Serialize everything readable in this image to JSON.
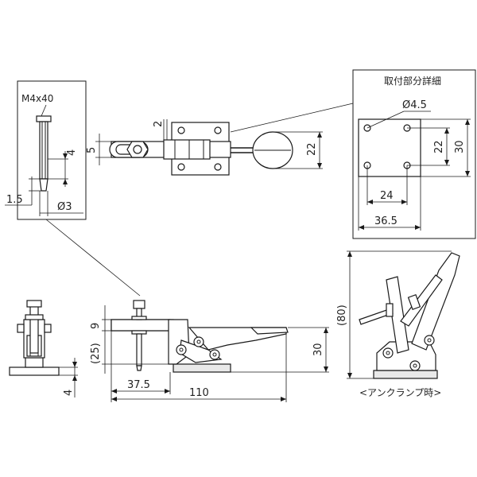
{
  "labels": {
    "bolt_spec": "M4x40",
    "detail_title": "取付部分詳細",
    "unclamp_caption": "<アンクランプ時>"
  },
  "dims": {
    "bolt_tip": "1.5",
    "bolt_dia": "Ø3",
    "bolt_offset": "4",
    "top_five": "5",
    "top_two": "2",
    "top_height": "22",
    "hole_dia": "Ø4.5",
    "hole_pitch_v": "22",
    "plate_h": "30",
    "hole_pitch_h": "24",
    "plate_w": "36.5",
    "side_nine": "9",
    "side_25": "(25)",
    "side_30": "30",
    "side_375": "37.5",
    "side_110": "110",
    "end_four": "4",
    "unclamp_80": "(80)"
  }
}
